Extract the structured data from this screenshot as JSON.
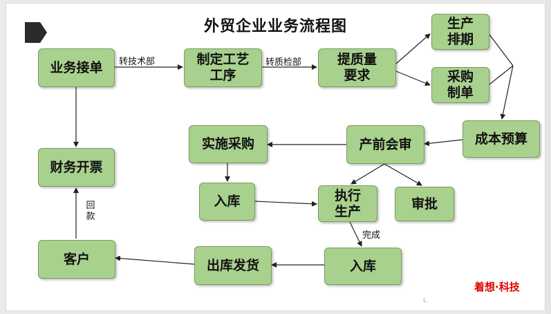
{
  "title": "外贸企业业务流程图",
  "nodes": {
    "order": "业务接单",
    "process": "制定工艺\n工序",
    "quality": "提质量\n要求",
    "schedule": "生产\n排期",
    "purchase_order": "采购\n制单",
    "budget": "成本预算",
    "preprod": "产前会审",
    "procure": "实施采购",
    "warehouse_in_1": "入库",
    "execute": "执行\n生产",
    "approve": "审批",
    "invoice": "财务开票",
    "customer": "客户",
    "shipping": "出库发货",
    "warehouse_in_2": "入库"
  },
  "edge_labels": {
    "to_tech": "转技术部",
    "to_qc": "转质检部",
    "done": "完成",
    "payment": "回\n款"
  },
  "brand": "着想·科技",
  "tiny_mark": "L",
  "colors": {
    "box_fill": "#a9d18e",
    "box_border": "#7a9a5e",
    "brand": "#e00000"
  }
}
